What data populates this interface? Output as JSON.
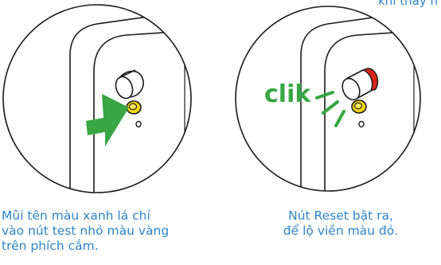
{
  "top_text": "khi thấy n",
  "left_panel": {
    "caption_lines": [
      "Mũi tên màu xanh lá chỉ",
      "vào nút test nhỏ màu vàng",
      "trên phích cắm."
    ]
  },
  "right_panel": {
    "click_label": "clik",
    "caption_lines": [
      "Nút Reset bật ra,",
      "để lộ viền màu đỏ."
    ]
  },
  "colors": {
    "caption_text": "#2e86c8",
    "arrow_green": "#37a643",
    "test_button_yellow": "#f5d60a",
    "reset_ring_red": "#d9261c",
    "outline": "#1a1a1a"
  },
  "icons": {
    "arrow": "green-arrow-icon",
    "click_lines": "click-burst-icon"
  }
}
